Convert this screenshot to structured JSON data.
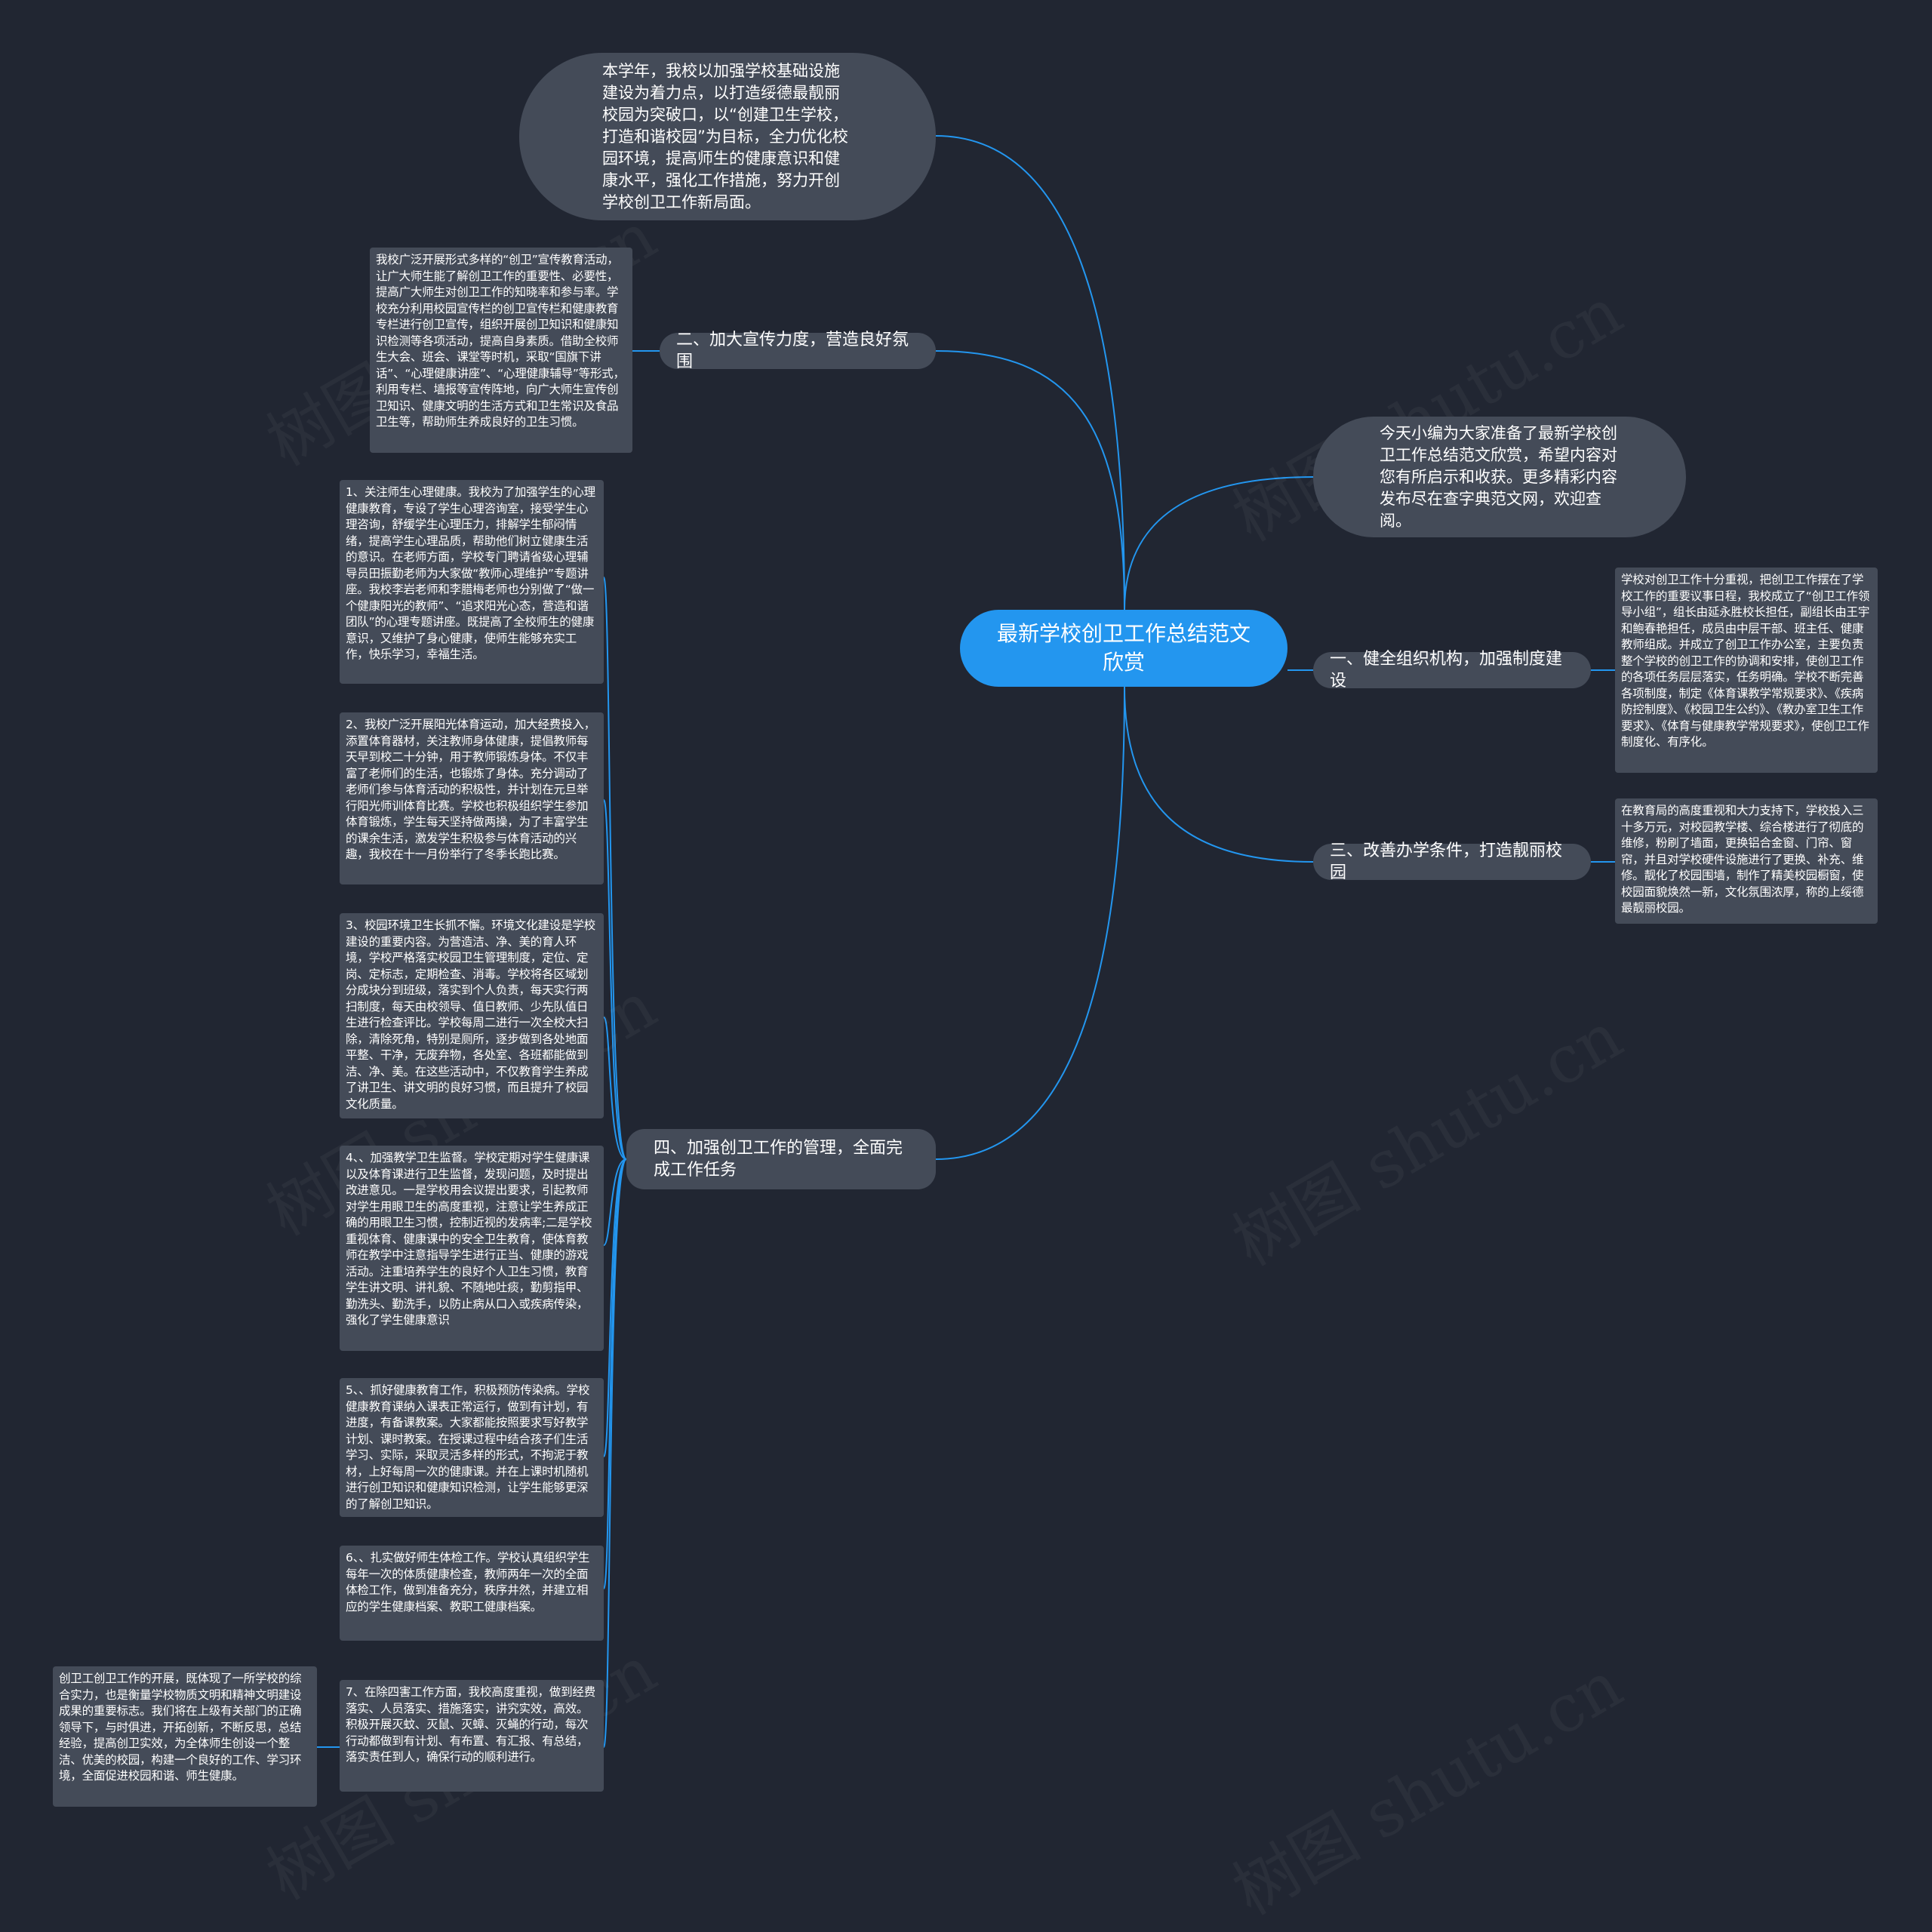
{
  "colors": {
    "background": "#212632",
    "center_fill": "#2396ef",
    "node_fill": "#444b58",
    "edge": "#2396ef"
  },
  "center": {
    "text": "最新学校创卫工作总结范文欣赏"
  },
  "intro_top": "本学年，我校以加强学校基础设施建设为着力点，以打造绥德最靓丽校园为突破口，以“创建卫生学校，打造和谐校园”为目标，全力优化校园环境，提高师生的健康意识和健康水平，强化工作措施，努力开创学校创卫工作新局面。",
  "intro_right": "今天小编为大家准备了最新学校创卫工作总结范文欣赏，希望内容对您有所启示和收获。更多精彩内容发布尽在查字典范文网，欢迎查阅。",
  "branches": {
    "b1": {
      "label": "一、健全组织机构，加强制度建设",
      "detail": "学校对创卫工作十分重视，把创卫工作摆在了学校工作的重要议事日程，我校成立了“创卫工作领导小组”，组长由延永胜校长担任，副组长由王宇和鲍春艳担任，成员由中层干部、班主任、健康教师组成。并成立了创卫工作办公室，主要负责整个学校的创卫工作的协调和安排，使创卫工作的各项任务层层落实，任务明确。学校不断完善各项制度，制定《体育课教学常规要求》、《疾病防控制度》、《校园卫生公约》、《教办室卫生工作要求》、《体育与健康教学常规要求》，使创卫工作制度化、有序化。"
    },
    "b2": {
      "label": "二、加大宣传力度，营造良好氛围",
      "detail": "我校广泛开展形式多样的“创卫”宣传教育活动，让广大师生能了解创卫工作的重要性、必要性，提高广大师生对创卫工作的知晓率和参与率。学校充分利用校园宣传栏的创卫宣传栏和健康教育专栏进行创卫宣传，组织开展创卫知识和健康知识检测等各项活动，提高自身素质。借助全校师生大会、班会、课堂等时机，采取“国旗下讲话”、“心理健康讲座”、“心理健康辅导”等形式，利用专栏、墙报等宣传阵地，向广大师生宣传创卫知识、健康文明的生活方式和卫生常识及食品卫生等，帮助师生养成良好的卫生习惯。"
    },
    "b3": {
      "label": "三、改善办学条件，打造靓丽校园",
      "detail": "在教育局的高度重视和大力支持下，学校投入三十多万元，对校园教学楼、综合楼进行了彻底的维修，粉刷了墙面，更换铝合金窗、门帘、窗帘，并且对学校硬件设施进行了更换、补充、维修。靓化了校园围墙，制作了精美校园橱窗，使校园面貌焕然一新，文化氛围浓厚，称的上绥德最靓丽校园。"
    },
    "b4": {
      "label": "四、加强创卫工作的管理，全面完成工作任务",
      "items": [
        "1、关注师生心理健康。我校为了加强学生的心理健康教育，专设了学生心理咨询室，接受学生心理咨询，舒缓学生心理压力，排解学生郁闷情绪，提高学生心理品质，帮助他们树立健康生活的意识。在老师方面，学校专门聘请省级心理辅导员田振勤老师为大家做“教师心理维护”专题讲座。我校李岩老师和李腊梅老师也分别做了“做一个健康阳光的教师”、“追求阳光心态，营造和谐团队”的心理专题讲座。既提高了全校师生的健康意识，又维护了身心健康，使师生能够充实工作，快乐学习，幸福生活。",
        "2、我校广泛开展阳光体育运动，加大经费投入，添置体育器材，关注教师身体健康，提倡教师每天早到校二十分钟，用于教师锻炼身体。不仅丰富了老师们的生活，也锻炼了身体。充分调动了老师们参与体育活动的积极性，并计划在元旦举行阳光师训体育比赛。学校也积极组织学生参加体育锻炼，学生每天坚持做两操，为了丰富学生的课余生活，激发学生积极参与体育活动的兴趣，我校在十一月份举行了冬季长跑比赛。",
        "3、校园环境卫生长抓不懈。环境文化建设是学校建设的重要内容。为营造洁、净、美的育人环境，学校严格落实校园卫生管理制度，定位、定岗、定标志，定期检查、消毒。学校将各区域划分成块分到班级，落实到个人负责，每天实行两扫制度，每天由校领导、值日教师、少先队值日生进行检查评比。学校每周二进行一次全校大扫除，清除死角，特别是厕所，逐步做到各处地面平整、干净，无废弃物，各处室、各班都能做到洁、净、美。在这些活动中，不仅教育学生养成了讲卫生、讲文明的良好习惯，而且提升了校园文化质量。",
        "4、、加强教学卫生监督。学校定期对学生健康课以及体育课进行卫生监督，发现问题，及时提出改进意见。一是学校用会议提出要求，引起教师对学生用眼卫生的高度重视，注意让学生养成正确的用眼卫生习惯，控制近视的发病率;二是学校重视体育、健康课中的安全卫生教育，使体育教师在教学中注意指导学生进行正当、健康的游戏活动。注重培养学生的良好个人卫生习惯，教育学生讲文明、讲礼貌、不随地吐痰，勤剪指甲、勤洗头、勤洗手，以防止病从口入或疾病传染，强化了学生健康意识",
        "5、、抓好健康教育工作，积极预防传染病。学校健康教育课纳入课表正常运行，做到有计划，有进度，有备课教案。大家都能按照要求写好教学计划、课时教案。在授课过程中结合孩子们生活学习、实际，采取灵活多样的形式，不拘泥于教材，上好每周一次的健康课。并在上课时机随机进行创卫知识和健康知识检测，让学生能够更深的了解创卫知识。",
        "6、、扎实做好师生体检工作。学校认真组织学生每年一次的体质健康检查，教师两年一次的全面体检工作，做到准备充分，秩序井然，并建立相应的学生健康档案、教职工健康档案。",
        "7、在除四害工作方面，我校高度重视，做到经费落实、人员落实、措施落实，讲究实效，高效。积极开展灭蚊、灭鼠、灭蟑、灭蝇的行动，每次行动都做到有计划、有布置、有汇报、有总结，落实责任到人，确保行动的顺利进行。"
      ],
      "sub_detail": "创卫工创卫工作的开展，既体现了一所学校的综合实力，也是衡量学校物质文明和精神文明建设成果的重要标志。我们将在上级有关部门的正确领导下，与时俱进，开拓创新，不断反思，总结经验，提高创卫实效，为全体师生创设一个整洁、优美的校园，构建一个良好的工作、学习环境，全面促进校园和谐、师生健康。"
    }
  }
}
